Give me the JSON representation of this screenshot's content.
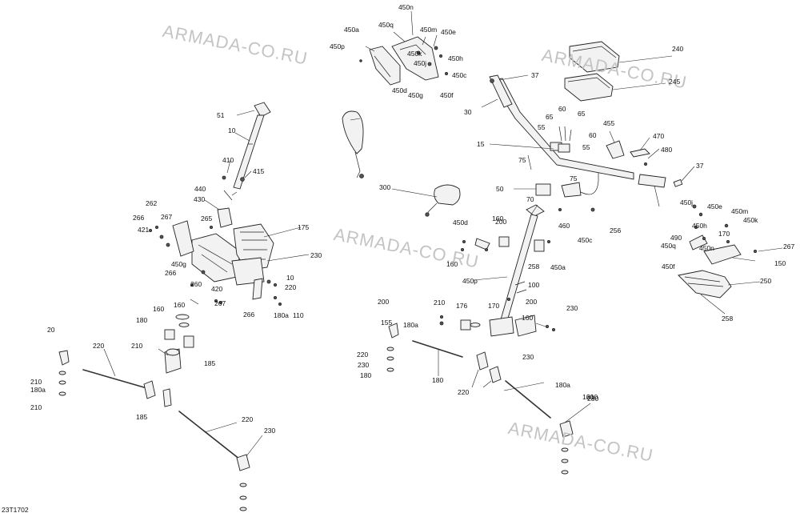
{
  "watermark": "ARMADA-CO.RU",
  "figure_code": "23T1702",
  "callouts": [
    "450n",
    "450q",
    "450a",
    "450m",
    "450e",
    "450p",
    "450k",
    "450j",
    "450h",
    "450c",
    "450d",
    "450g",
    "450f",
    "240",
    "245",
    "37",
    "30",
    "60",
    "65",
    "65",
    "55",
    "455",
    "470",
    "60",
    "15",
    "55",
    "480",
    "51",
    "75",
    "75",
    "37",
    "10",
    "410",
    "415",
    "300",
    "50",
    "450j",
    "450e",
    "440",
    "70",
    "450m",
    "430",
    "262",
    "200",
    "450h",
    "460",
    "450k",
    "266",
    "267",
    "265",
    "160",
    "490",
    "256",
    "175",
    "450d",
    "450q",
    "170",
    "450c",
    "450n",
    "267",
    "421",
    "450g",
    "450f",
    "150",
    "160",
    "450a",
    "250",
    "230",
    "258",
    "266",
    "10",
    "450p",
    "258",
    "420",
    "267",
    "220",
    "100",
    "260",
    "266",
    "110",
    "180a",
    "160",
    "200",
    "210",
    "176",
    "155",
    "200",
    "170",
    "230",
    "160",
    "180a",
    "160",
    "20",
    "180",
    "160",
    "210",
    "220",
    "185",
    "210",
    "230",
    "220",
    "180",
    "230",
    "185",
    "180",
    "180a",
    "180a",
    "210",
    "210",
    "220",
    "220",
    "230",
    "230"
  ],
  "colors": {
    "watermark": "#c4c4c4",
    "linework": "#222222",
    "fill": "#f2f2f2"
  }
}
